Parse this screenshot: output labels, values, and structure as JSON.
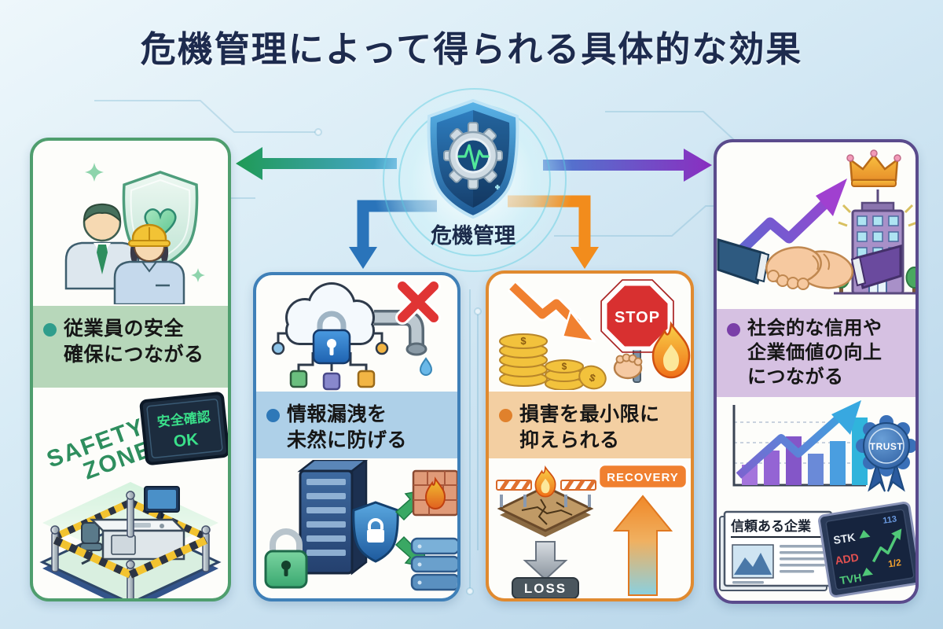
{
  "title": "危機管理によって得られる具体的な効果",
  "center": {
    "label": "危機管理"
  },
  "colors": {
    "title_text": "#1d2b4e",
    "safety_accent": "#4f9e6e",
    "info_accent": "#3f80b8",
    "damage_accent": "#e08a30",
    "trust_accent": "#5a4b8c",
    "arrow_left_green": "#1f9a55",
    "arrow_down_blue": "#2a74ba",
    "arrow_down_orange": "#f28c1c",
    "arrow_right_purple": "#8a2ec0"
  },
  "panels": {
    "safety": {
      "heading_line1": "従業員の安全",
      "heading_line2": "確保につながる",
      "zone_word1": "SAFETY",
      "zone_word2": "ZONE",
      "sign_line1": "安全確認",
      "sign_line2": "OK"
    },
    "infoleak": {
      "heading_line1": "情報漏洩を",
      "heading_line2": "未然に防げる"
    },
    "damage": {
      "heading_line1": "損害を最小限に",
      "heading_line2": "抑えられる",
      "coin_symbol": "$",
      "stop_label": "STOP",
      "loss_label": "LOSS",
      "recovery_label": "RECOVERY"
    },
    "trust": {
      "heading_line1": "社会的な信用や",
      "heading_line2": "企業価値の向上",
      "heading_line3": "につながる",
      "badge_label": "TRUST",
      "newspaper_headline": "信頼ある企業",
      "ticker_row1": "STK",
      "ticker_row2": "ADD",
      "ticker_row3": "TVH",
      "ticker_value": "1/2",
      "ticker_index": "113"
    }
  }
}
